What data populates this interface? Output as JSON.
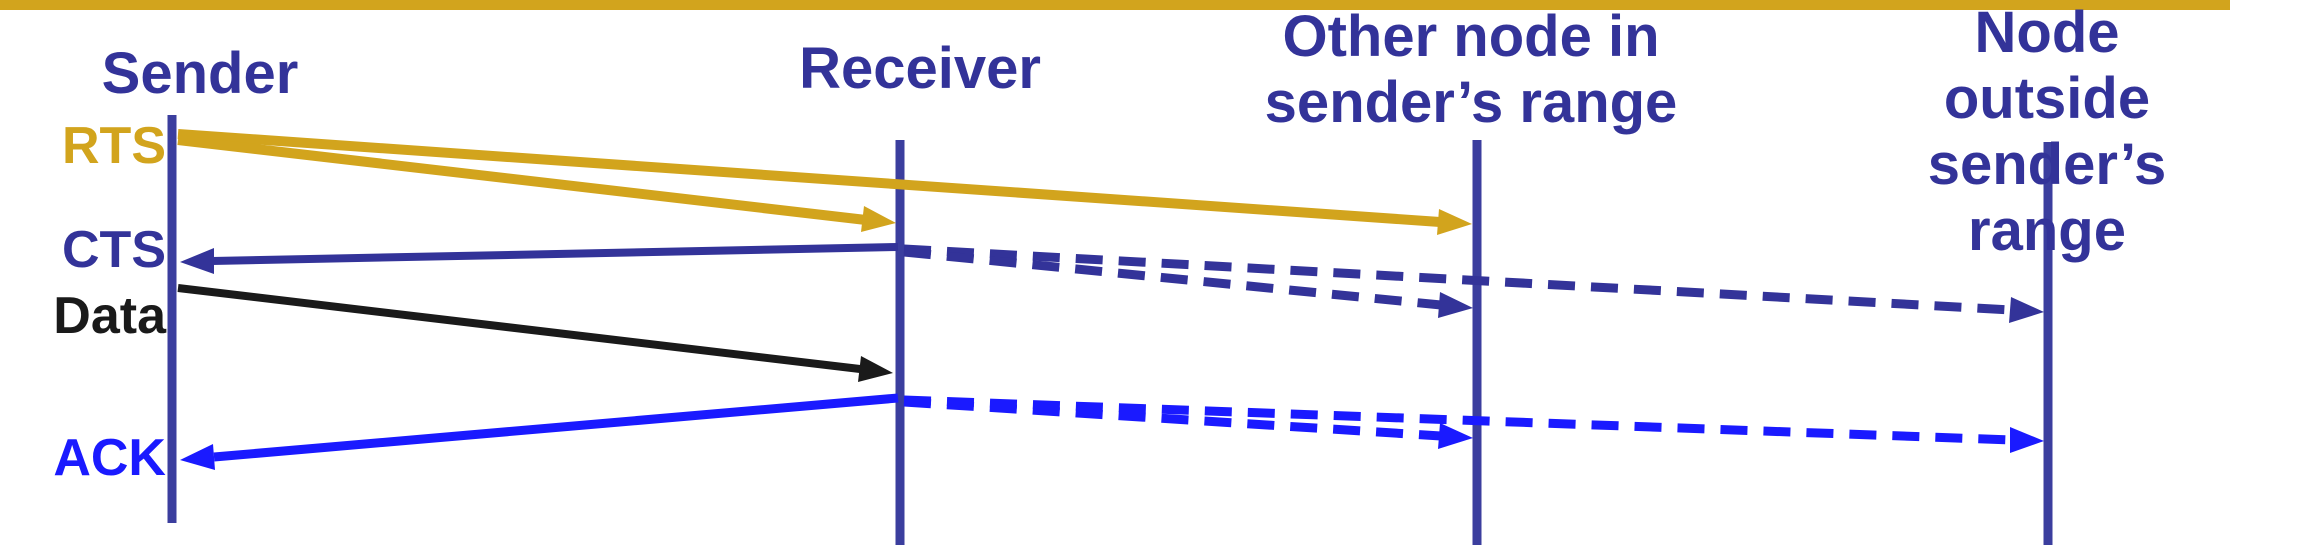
{
  "colors": {
    "gold": "#D2A41D",
    "navy": "#333399",
    "lifeline": "#3B3E9E",
    "black": "#1A1A1A",
    "blue": "#1A1AFF",
    "background": "#FFFFFF"
  },
  "columns": [
    {
      "id": "sender",
      "label": "Sender"
    },
    {
      "id": "receiver",
      "label": "Receiver"
    },
    {
      "id": "other-node",
      "label": "Other node in\nsender’s range"
    },
    {
      "id": "outside-node",
      "label": "Node outside\nsender’s range"
    }
  ],
  "messages": [
    {
      "id": "rts",
      "label": "RTS"
    },
    {
      "id": "cts",
      "label": "CTS"
    },
    {
      "id": "data",
      "label": "Data"
    },
    {
      "id": "ack",
      "label": "ACK"
    }
  ],
  "arrows": [
    {
      "message": "RTS",
      "from": "Sender",
      "to": "Receiver",
      "style": "solid",
      "color": "gold"
    },
    {
      "message": "RTS",
      "from": "Sender",
      "to": "Other node in sender’s range",
      "style": "solid",
      "color": "gold"
    },
    {
      "message": "CTS",
      "from": "Receiver",
      "to": "Sender",
      "style": "solid",
      "color": "navy"
    },
    {
      "message": "CTS",
      "from": "Receiver",
      "to": "Other node in sender’s range",
      "style": "dashed",
      "color": "navy"
    },
    {
      "message": "CTS",
      "from": "Receiver",
      "to": "Node outside sender’s range",
      "style": "dashed",
      "color": "navy"
    },
    {
      "message": "Data",
      "from": "Sender",
      "to": "Receiver",
      "style": "solid",
      "color": "black"
    },
    {
      "message": "ACK",
      "from": "Receiver",
      "to": "Sender",
      "style": "solid",
      "color": "blue"
    },
    {
      "message": "ACK",
      "from": "Receiver",
      "to": "Other node in sender’s range",
      "style": "dashed",
      "color": "blue"
    },
    {
      "message": "ACK",
      "from": "Receiver",
      "to": "Node outside sender’s range",
      "style": "dashed",
      "color": "blue"
    }
  ]
}
